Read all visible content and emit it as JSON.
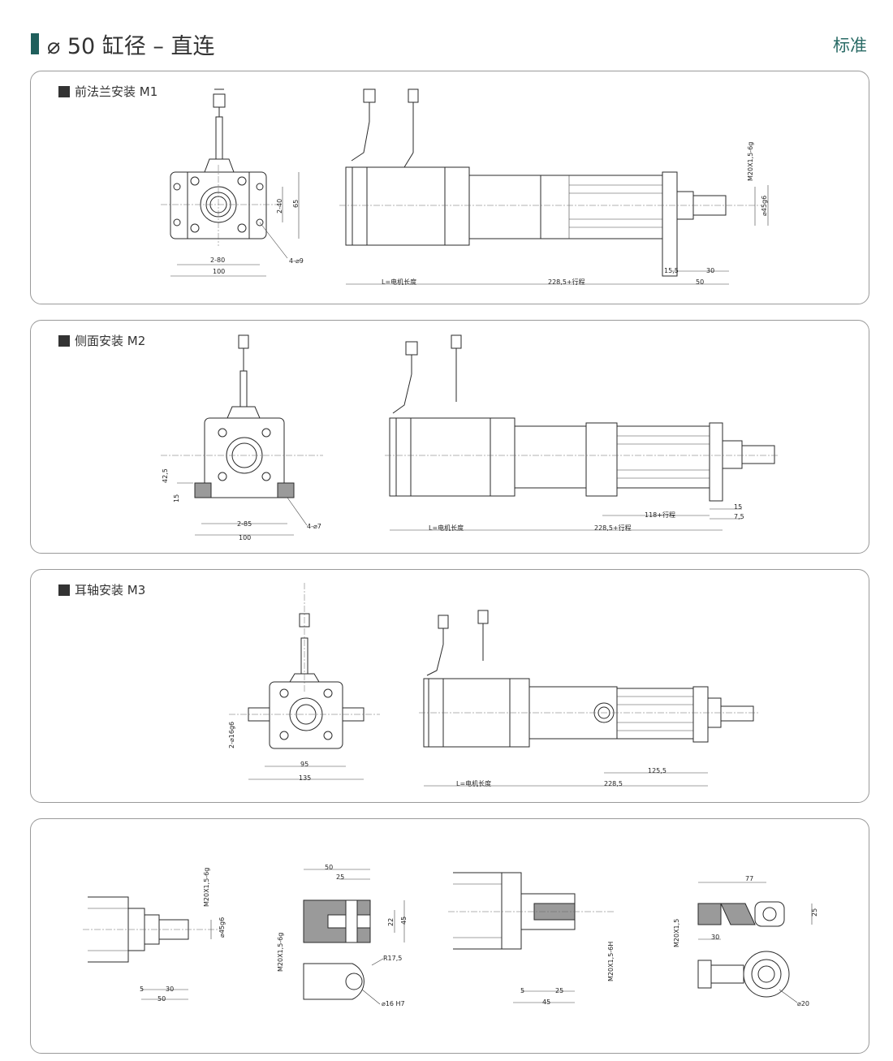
{
  "header": {
    "title": "⌀ 50 缸径 – 直连",
    "right_label": "标准",
    "accent": "#1f5f5c"
  },
  "panels": {
    "m1": {
      "label": "前法兰安装 M1",
      "dims": {
        "d_2_80": "2-80",
        "d_100": "100",
        "d_2_40": "2-40",
        "d_65": "65",
        "d_4_9": "4-⌀9",
        "d_motor": "L=电机长度",
        "d_228": "228,5+行程",
        "d_15_5": "15,5",
        "d_30": "30",
        "d_50": "50",
        "d_thread": "M20X1,5-6g",
        "d_45": "⌀45g6"
      }
    },
    "m2": {
      "label": "侧面安装 M2",
      "dims": {
        "d_42_5": "42,5",
        "d_15": "15",
        "d_2_85": "2-85",
        "d_100": "100",
        "d_4_7": "4-⌀7",
        "d_motor": "L=电机长度",
        "d_228": "228,5+行程",
        "d_118": "118+行程",
        "d_15b": "15",
        "d_7_5": "7,5"
      }
    },
    "m3": {
      "label": "耳轴安装 M3",
      "dims": {
        "d_2_16": "2-⌀16g6",
        "d_95": "95",
        "d_135": "135",
        "d_motor": "L=电机长度",
        "d_228": "228,5",
        "d_125": "125,5"
      }
    },
    "accessories": {
      "a1": {
        "thread": "M20X1,5-6g",
        "d45": "⌀45g6",
        "d5": "5",
        "d30": "30",
        "d50": "50"
      },
      "a2": {
        "d50": "50",
        "d25": "25",
        "d22": "22",
        "d45": "45",
        "thread": "M20X1,5-6g",
        "r": "R17,5",
        "hole": "⌀16 H7"
      },
      "a3": {
        "thread": "M20X1,5-6H",
        "d5": "5",
        "d25": "25",
        "d45": "45"
      },
      "a4": {
        "d77": "77",
        "d30": "30",
        "d25": "25",
        "thread": "M20X1,5",
        "d20": "⌀20"
      }
    }
  },
  "colors": {
    "line": "#2a2a2a",
    "panel_border": "#9a9a9a"
  }
}
